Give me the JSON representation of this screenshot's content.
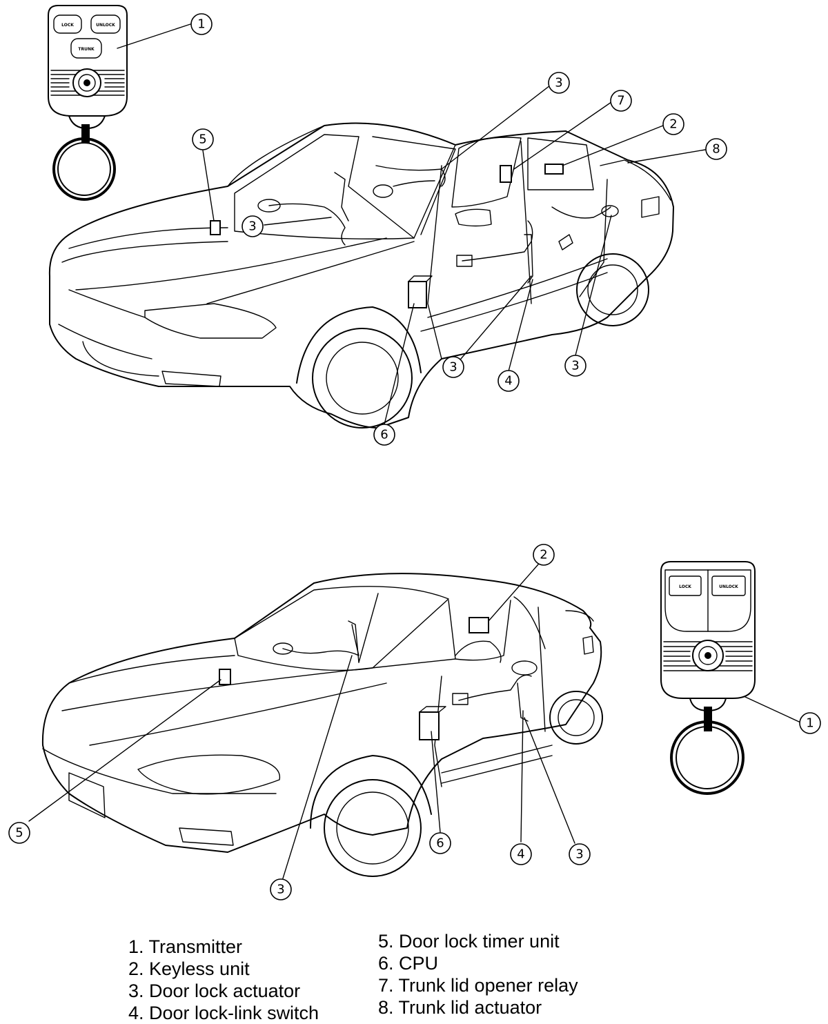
{
  "fob_top": {
    "buttons": [
      "LOCK",
      "UNLOCK",
      "TRUNK"
    ]
  },
  "fob_bottom": {
    "buttons": [
      "LOCK",
      "UNLOCK"
    ]
  },
  "callouts_top": [
    "1",
    "3",
    "7",
    "2",
    "8",
    "5",
    "3",
    "3",
    "4",
    "3",
    "6"
  ],
  "callouts_bottom": [
    "2",
    "1",
    "5",
    "6",
    "4",
    "3",
    "3"
  ],
  "legend": {
    "left": [
      "1. Transmitter",
      "2. Keyless unit",
      "3. Door lock actuator",
      "4. Door lock-link switch"
    ],
    "right": [
      "5. Door lock timer unit",
      "6. CPU",
      "7. Trunk lid opener relay",
      "8. Trunk lid actuator"
    ]
  }
}
